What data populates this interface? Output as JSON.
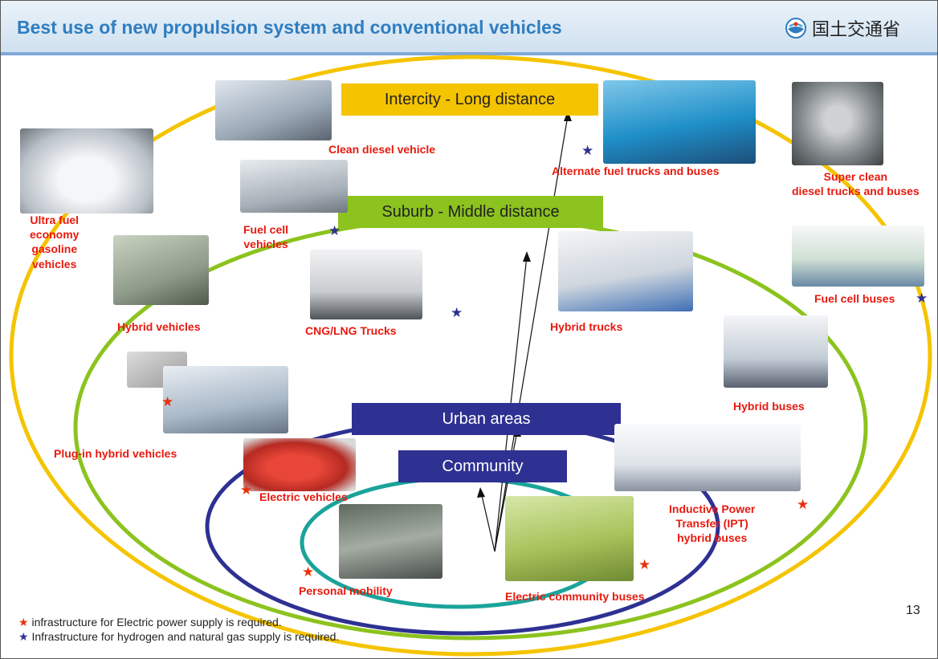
{
  "header": {
    "title": "Best use of new propulsion system and conventional vehicles",
    "ministry_name": "国土交通省",
    "ministry_logo_icon": "mlit-logo-icon"
  },
  "zones": {
    "intercity": "Intercity - Long distance",
    "suburb": "Suburb - Middle distance",
    "urban": "Urban areas",
    "community": "Community"
  },
  "vehicles": {
    "clean_diesel": "Clean diesel vehicle",
    "ultra_fuel": "Ultra fuel\neconomy\ngasoline\nvehicles",
    "fuel_cell_vehicles": "Fuel cell\nvehicles",
    "hybrid_vehicles": "Hybrid vehicles",
    "cng_lng": "CNG/LNG Trucks",
    "plugin_hybrid": "Plug-in hybrid vehicles",
    "electric_vehicles": "Electric vehicles",
    "personal_mobility": "Personal mobility",
    "electric_community_buses": "Electric community buses",
    "ipt_hybrid_buses": "Inductive Power\nTransfer (IPT)\nhybrid buses",
    "hybrid_buses": "Hybrid buses",
    "hybrid_trucks": "Hybrid trucks",
    "alternate_fuel": "Alternate fuel trucks and buses",
    "super_clean": "Super clean\ndiesel trucks and buses",
    "fuel_cell_buses": "Fuel cell buses"
  },
  "legend": {
    "red_star_text": "infrastructure for Electric power supply is required.",
    "blue_star_text": "Infrastructure for hydrogen and natural gas supply is required.",
    "star_glyph": "★"
  },
  "page_number": "13",
  "colors": {
    "title": "#2f7dc0",
    "label_red": "#e8190e",
    "star_red": "#e8310a",
    "star_blue": "#2e3192",
    "ring_yellow": "#f5c400",
    "ring_green": "#8cc31e",
    "ring_navy": "#2e3192",
    "ring_teal": "#1aa39a"
  }
}
